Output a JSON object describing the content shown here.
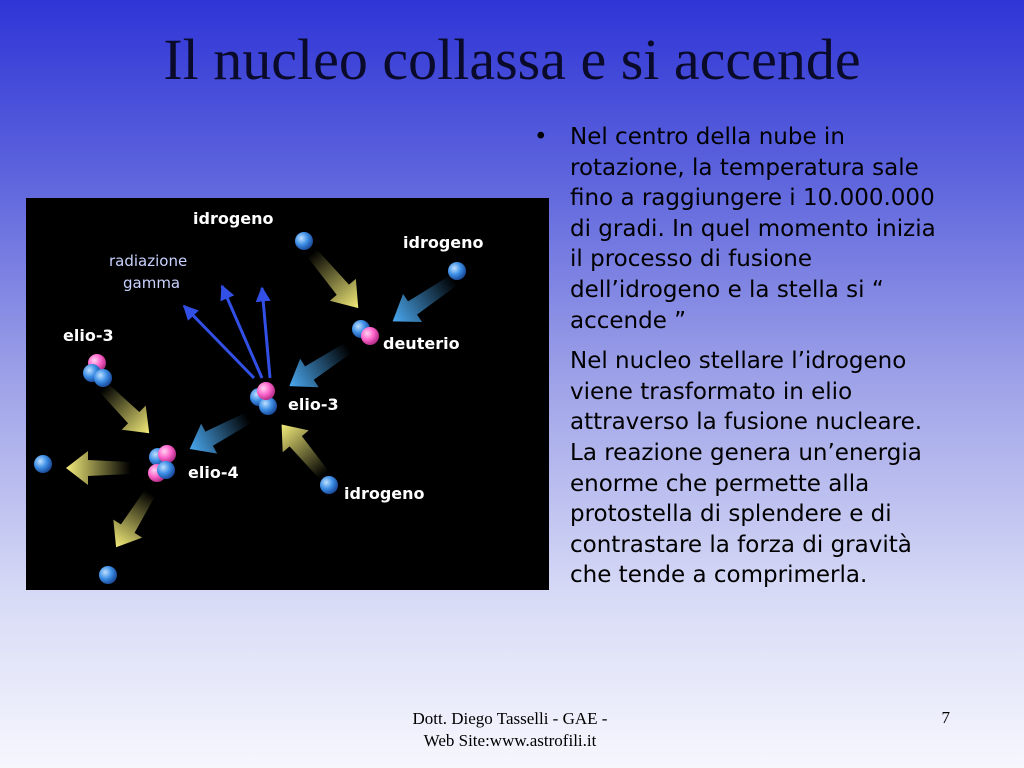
{
  "slide": {
    "title": "Il nucleo collassa e si accende",
    "body": {
      "bullet_symbol": "•",
      "paragraph1": "Nel centro della nube in rotazione, la temperatura sale fino a raggiungere i 10.000.000 di gradi. In quel momento inizia il processo di fusione dell’idrogeno e la stella si “ accende ”",
      "paragraph2": "Nel nucleo stellare l’idrogeno viene trasformato in elio attraverso la fusione nucleare. La reazione genera un’energia enorme che permette alla protostella di splendere e di contrastare la forza di gravità che tende a comprimerla."
    },
    "footer": {
      "line1": "Dott. Diego Tasselli - GAE -",
      "line2": "Web Site:www.astrofili.it"
    },
    "page_number": "7"
  },
  "diagram": {
    "labels": {
      "idrogeno_top": "idrogeno",
      "idrogeno_right": "idrogeno",
      "idrogeno_bottom": "idrogeno",
      "radiazione": "radiazione",
      "gamma": "gamma",
      "elio3_left": "elio-3",
      "elio3_center": "elio-3",
      "deuterio": "deuterio",
      "elio4": "elio-4"
    },
    "colors": {
      "proton": "#ff66cc",
      "neutron": "#3d8fe6",
      "yellow_arrow": "#f3ec7a",
      "blue_arrow": "#4aa8f0",
      "gamma_ray": "#3350e6"
    }
  }
}
